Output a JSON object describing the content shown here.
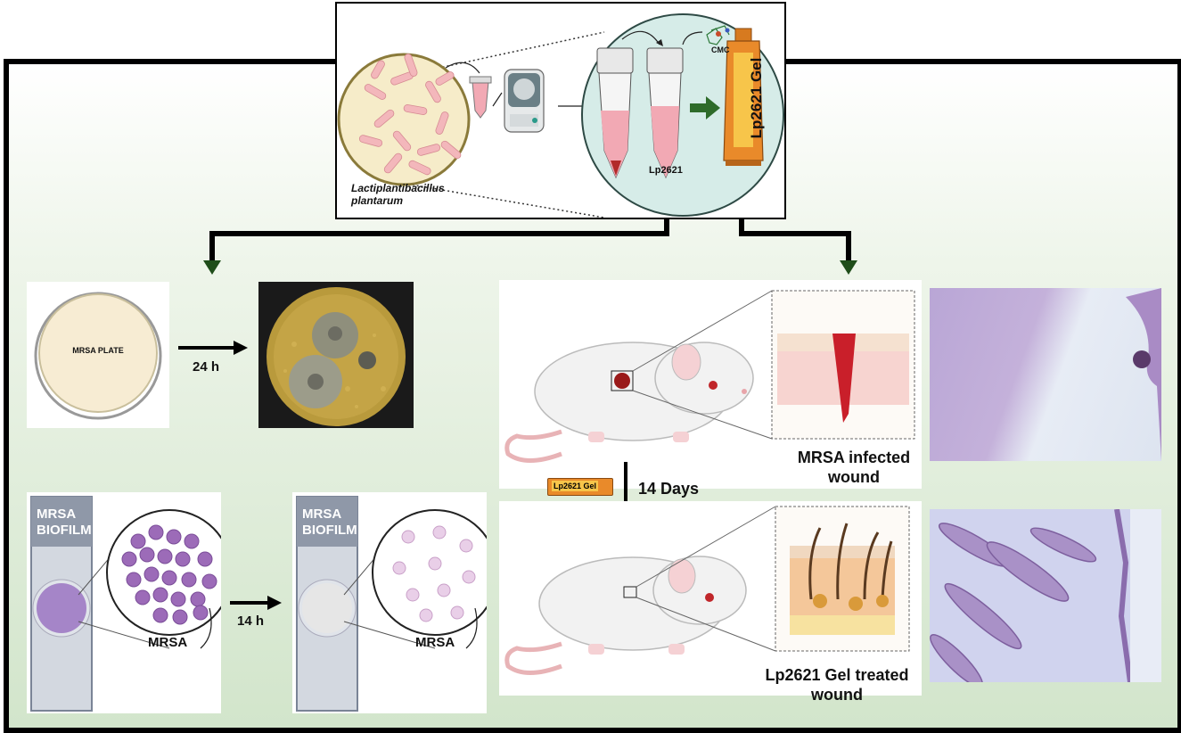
{
  "labels": {
    "species_line1": "Lactiplantibacillus",
    "species_line2": "plantarum",
    "cmc": "CMC",
    "lp2621": "Lp2621",
    "gel": "Lp2621 Gel",
    "plate": "MRSA PLATE",
    "time_24": "24 h",
    "biofilm_line1": "MRSA",
    "biofilm_line2": "BIOFILM",
    "mrsa": "MRSA",
    "time_14h": "14 h",
    "days": "14 Days",
    "gel_small": "Lp2621 Gel",
    "infected_line1": "MRSA infected",
    "infected_line2": "wound",
    "treated_line1": "Lp2621 Gel treated",
    "treated_line2": "wound"
  },
  "colors": {
    "frame": "#000000",
    "background_gradient_top": "#ffffff",
    "background_gradient_bottom": "#cfe3c8",
    "arrow_green": "#1f4d1a",
    "tube_liquid": "#f2a9b4",
    "gel_orange": "#e98a2a",
    "culture_disk": "#f6ecc9",
    "biofilm_purple": "#9c6bb8",
    "histology_purple": "#b7a3d9"
  }
}
